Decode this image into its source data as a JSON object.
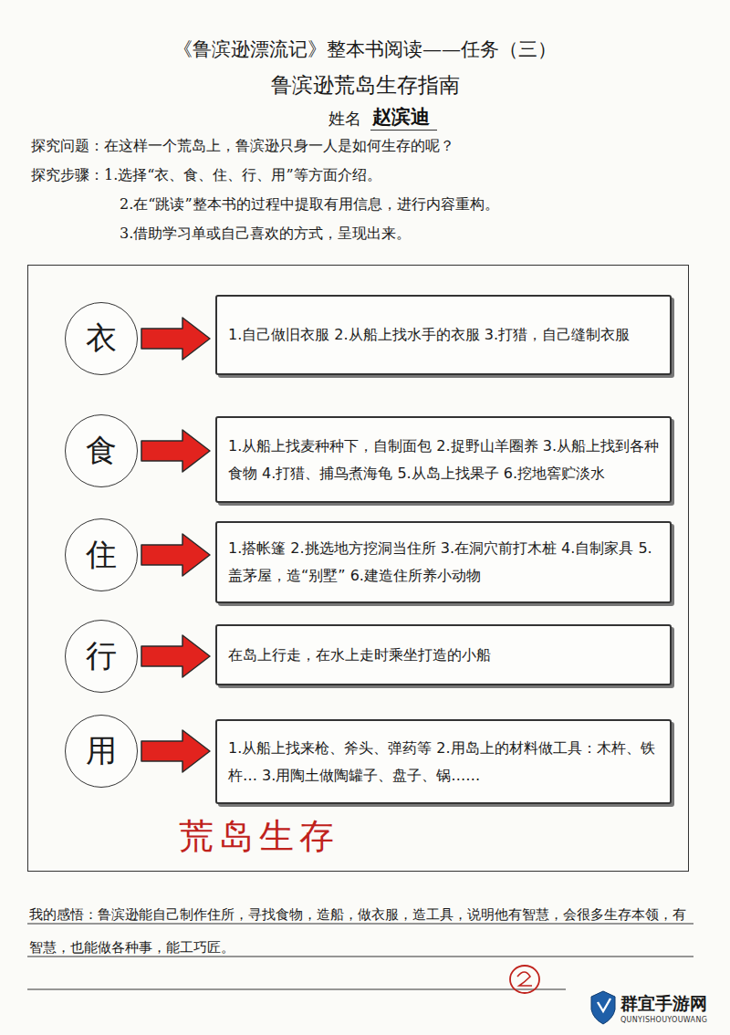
{
  "diagram": {
    "title": "《鲁滨逊漂流记》整本书阅读——任务（三）",
    "nodes": [
      {
        "text": [
          "荒岛生存"
        ]
      },
      {
        "text": [
          "衣"
        ],
        "in": 0
      },
      {
        "text": [
          "1.自己做旧衣服 2.从船上找水手的衣服 3.打猎，自己缝制衣服"
        ],
        "in": 0
      },
      {
        "text": [
          "食"
        ],
        "in": 0
      },
      {
        "text": [
          "1.从船上找麦种种下，自制面包 2.捉野山羊圈养 3.从船上找到各种食物 4.打猎、捕鸟煮海龟 5.从岛上找果子 6.挖地窖贮淡水"
        ],
        "in": 0
      },
      {
        "text": [
          "住"
        ],
        "in": 0
      },
      {
        "text": [
          "1.搭帐篷 2.挑选地方挖洞当住所 3.在洞穴前打木桩 4.自制家具 5.盖茅屋，造“别墅” 6.建造住所养小动物"
        ],
        "in": 0
      },
      {
        "text": [
          "行"
        ],
        "in": 0
      },
      {
        "text": [
          "在岛上行走，在水上走时乘坐打造的小船"
        ],
        "in": 0
      },
      {
        "text": [
          "用"
        ],
        "in": 0
      },
      {
        "text": [
          "1.从船上找来枪、斧头、弹药等 2.用岛上的材料做工具：木杵、铁杵… 3.用陶土做陶罐子、盘子、锅……"
        ],
        "in": 0
      }
    ],
    "edges": [
      {
        "from": 1,
        "to": 2,
        "arrow": "to"
      },
      {
        "from": 3,
        "to": 4,
        "arrow": "to"
      },
      {
        "from": 5,
        "to": 6,
        "arrow": "to"
      },
      {
        "from": 7,
        "to": 8,
        "arrow": "to"
      },
      {
        "from": 9,
        "to": 10,
        "arrow": "to"
      }
    ],
    "labels": [
      "鲁滨逊荒岛生存指南",
      "姓名",
      "赵滨迪",
      "探究问题：在这样一个荒岛上，鲁滨逊只身一人是如何生存的呢？",
      "探究步骤：1.选择“衣、食、住、行、用”等方面介绍。",
      "2.在“跳读”整本书的过程中提取有用信息，进行内容重构。",
      "3.借助学习单或自己喜欢的方式，呈现出来。",
      "我的感悟：鲁滨逊能自己制作住所，寻找食物，造船，做衣服，造工具，说明他有智慧，会很多生存本领，有智慧，也能做各种事，能工巧匠。",
      "群宜手游网",
      "QUNYISHOUYOUWANG"
    ]
  }
}
